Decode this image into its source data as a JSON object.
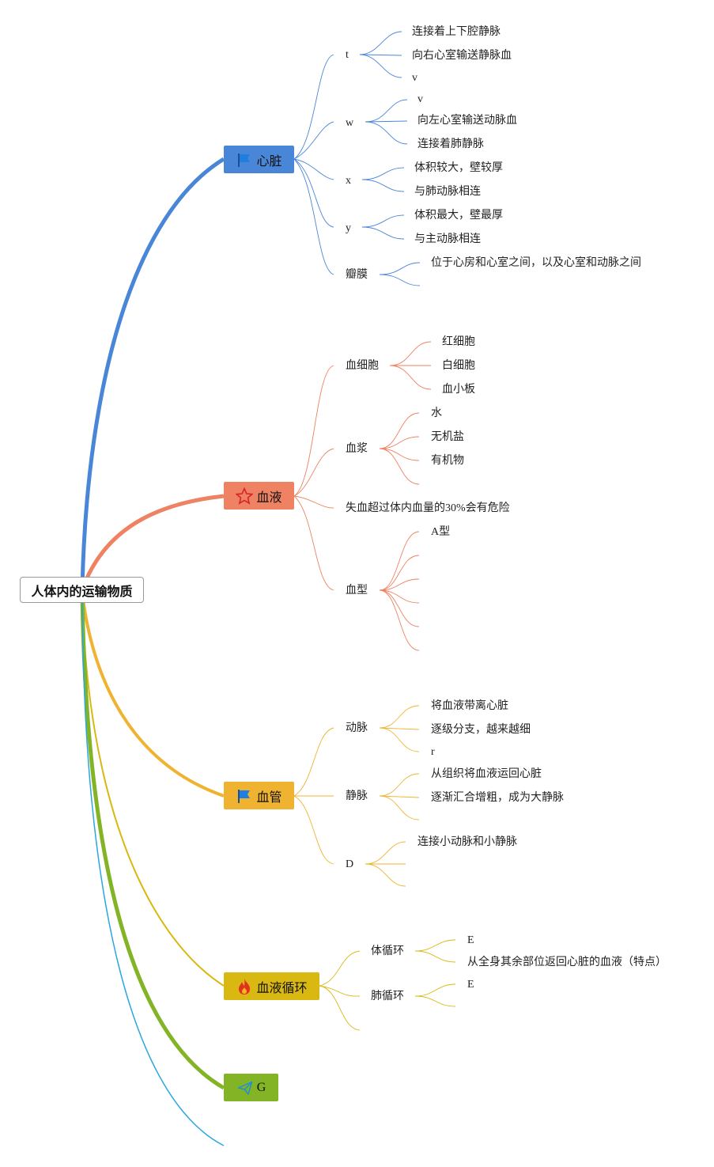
{
  "root": {
    "label": "人体内的运输物质"
  },
  "colors": {
    "heart": "#4a86d8",
    "blood": "#ee8262",
    "vessel": "#f0b331",
    "circulation": "#d9b811",
    "g": "#83b425",
    "extra": "#2aa7dd"
  },
  "topics": {
    "heart": {
      "label": "心脏",
      "icon": "flag-icon"
    },
    "blood": {
      "label": "血液",
      "icon": "star-icon"
    },
    "vessel": {
      "label": "血管",
      "icon": "flag-icon"
    },
    "circulation": {
      "label": "血液循环",
      "icon": "fire-icon"
    },
    "g": {
      "label": "G",
      "icon": "paper-plane-icon"
    }
  },
  "heart": {
    "t": {
      "label": "t",
      "items": [
        "连接着上下腔静脉",
        "向右心室输送静脉血",
        "v"
      ]
    },
    "w": {
      "label": "w",
      "items": [
        "v",
        "向左心室输送动脉血",
        "连接着肺静脉"
      ]
    },
    "x": {
      "label": "x",
      "items": [
        "体积较大，壁较厚",
        "与肺动脉相连"
      ]
    },
    "y": {
      "label": "y",
      "items": [
        "体积最大，壁最厚",
        "与主动脉相连"
      ]
    },
    "valve": {
      "label": "瓣膜",
      "items": [
        "位于心房和心室之间，以及心室和动脉之间"
      ]
    }
  },
  "blood": {
    "cells": {
      "label": "血细胞",
      "items": [
        "红细胞",
        "白细胞",
        "血小板"
      ]
    },
    "plasma": {
      "label": "血浆",
      "items": [
        "水",
        "无机盐",
        "有机物"
      ]
    },
    "danger": {
      "label": "失血超过体内血量的30%会有危险"
    },
    "type": {
      "label": "血型",
      "items": [
        "A型"
      ]
    }
  },
  "vessel": {
    "artery": {
      "label": "动脉",
      "items": [
        "将血液带离心脏",
        "逐级分支，越来越细",
        "r"
      ]
    },
    "vein": {
      "label": "静脉",
      "items": [
        "从组织将血液运回心脏",
        "逐渐汇合增粗，成为大静脉"
      ]
    },
    "d": {
      "label": "D",
      "items": [
        "连接小动脉和小静脉"
      ]
    }
  },
  "circulation": {
    "systemic": {
      "label": "体循环",
      "items": [
        "E",
        "从全身其余部位返回心脏的血液（特点）"
      ]
    },
    "pulmonary": {
      "label": "肺循环",
      "items": [
        "E"
      ]
    }
  }
}
